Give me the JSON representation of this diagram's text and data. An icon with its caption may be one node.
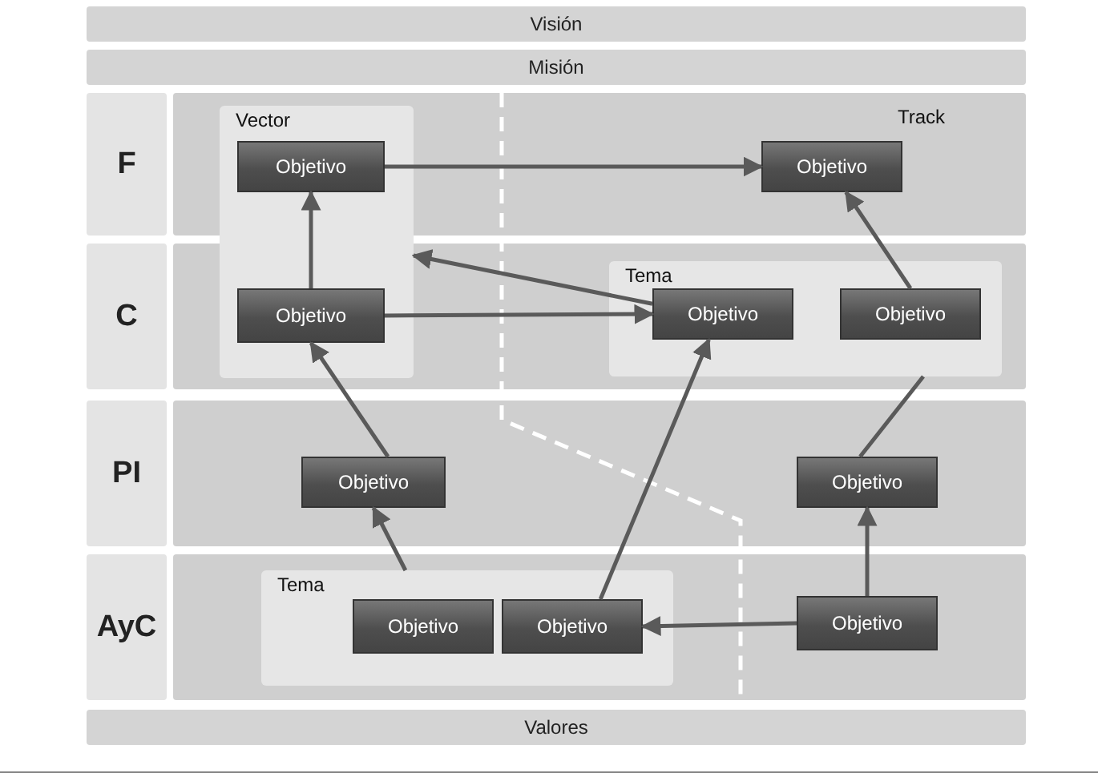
{
  "diagram": {
    "nodes": [
      {
        "text": [
          "Visión"
        ]
      },
      {
        "text": [
          "Misión"
        ]
      },
      {
        "text": [
          "F"
        ]
      },
      {
        "text": [
          "C"
        ]
      },
      {
        "text": [
          "PI"
        ]
      },
      {
        "text": [
          "AyC"
        ]
      },
      {
        "text": [
          "Vector"
        ]
      },
      {
        "text": [
          "Objetivo"
        ],
        "in": 6
      },
      {
        "text": [
          "Objetivo"
        ],
        "in": 6
      },
      {
        "text": [
          "Objetivo"
        ]
      },
      {
        "text": [
          "Tema"
        ]
      },
      {
        "text": [
          "Objetivo"
        ],
        "in": 10
      },
      {
        "text": [
          "Objetivo"
        ],
        "in": 10
      },
      {
        "text": [
          "Objetivo"
        ]
      },
      {
        "text": [
          "Objetivo"
        ]
      },
      {
        "text": [
          "Tema"
        ]
      },
      {
        "text": [
          "Objetivo"
        ],
        "in": 15
      },
      {
        "text": [
          "Objetivo"
        ],
        "in": 15
      },
      {
        "text": [
          "Objetivo"
        ]
      },
      {
        "text": [
          "Valores"
        ]
      }
    ],
    "edges": [
      {
        "from": 7,
        "to": 9,
        "arrow": "to"
      },
      {
        "from": 8,
        "to": 7,
        "arrow": "to"
      },
      {
        "from": 8,
        "to": 11,
        "arrow": "to"
      },
      {
        "from": 11,
        "to": 6,
        "arrow": "to"
      },
      {
        "from": 12,
        "to": 9,
        "arrow": "to"
      },
      {
        "from": 13,
        "to": 8,
        "arrow": "to"
      },
      {
        "from": 15,
        "to": 13,
        "arrow": "to"
      },
      {
        "from": 17,
        "to": 11,
        "arrow": "to"
      },
      {
        "from": 14,
        "to": 10,
        "arrow": "none"
      },
      {
        "from": 18,
        "to": 14,
        "arrow": "to"
      },
      {
        "from": 18,
        "to": 17,
        "arrow": "to"
      }
    ],
    "labels": [
      "Track"
    ]
  }
}
